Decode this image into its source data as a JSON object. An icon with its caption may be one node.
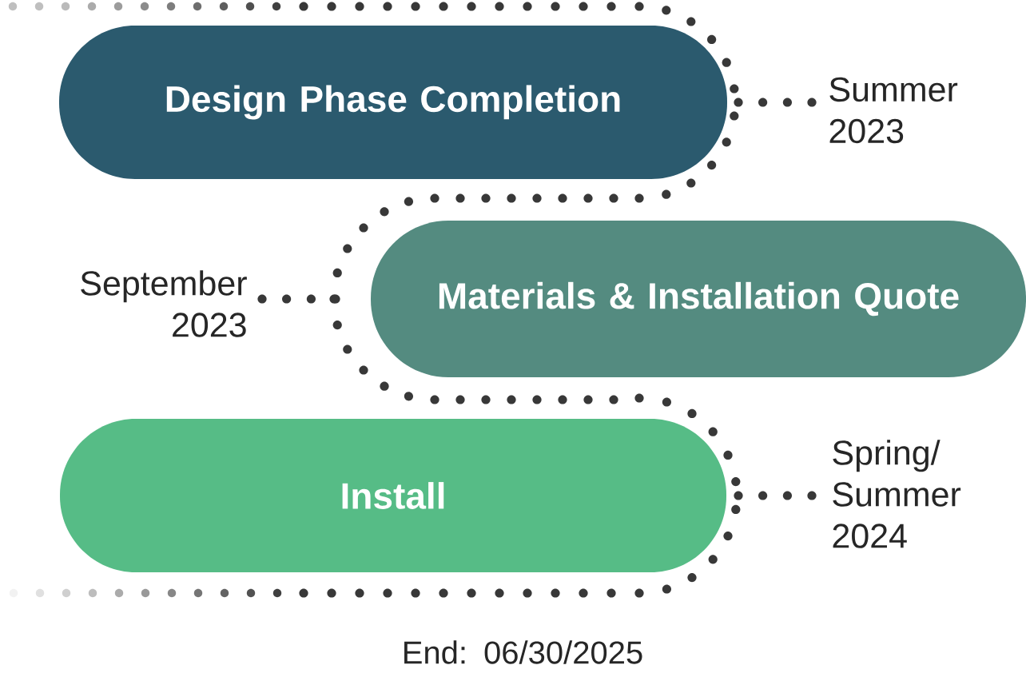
{
  "diagram": {
    "nodes": [
      {
        "text": [
          "Design Phase Completion"
        ],
        "beside": [
          "Summer 2023"
        ]
      },
      {
        "text": [
          "Materials & Installation Quote"
        ],
        "beside": [
          "September 2023"
        ]
      },
      {
        "text": [
          "Install"
        ]
      }
    ],
    "labels": [
      "Spring/ Summer 2024",
      "End: 06/30/2025"
    ]
  }
}
